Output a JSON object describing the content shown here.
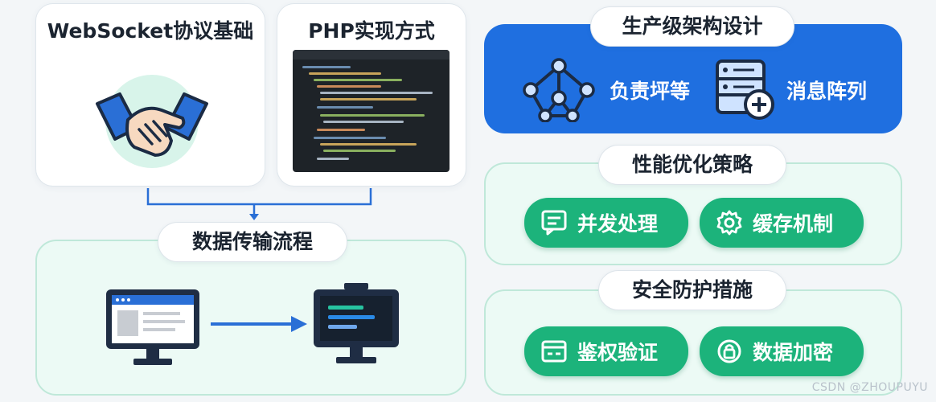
{
  "cards": {
    "websocket_title": "WebSocket协议基础",
    "php_title": "PHP实现方式",
    "flow_title": "数据传输流程"
  },
  "production": {
    "title": "生产级架构设计",
    "item1": "负责坪等",
    "item2": "消息阵列"
  },
  "performance": {
    "title": "性能优化策略",
    "btn1": "并发处理",
    "btn2": "缓存机制"
  },
  "security": {
    "title": "安全防护措施",
    "btn1": "鉴权验证",
    "btn2": "数据加密"
  },
  "watermark": "CSDN @ZHOUPUYU",
  "colors": {
    "blue": "#1f6fe0",
    "green": "#1cb37b",
    "light_green": "#ecfaf5"
  },
  "icons": [
    "handshake-icon",
    "code-editor-icon",
    "monitor-icon",
    "arrow-icon",
    "network-icon",
    "server-add-icon",
    "chat-icon",
    "gear-icon",
    "id-card-icon",
    "lock-icon"
  ]
}
